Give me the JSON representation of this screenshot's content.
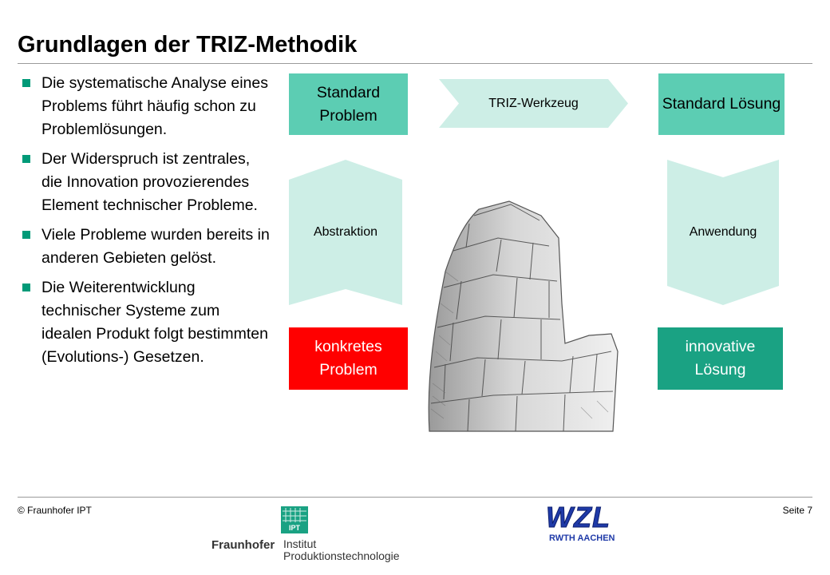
{
  "title": "Grundlagen der TRIZ-Methodik",
  "bullets": [
    "Die systematische Analyse eines Problems führt häufig schon zu Problemlösungen.",
    "Der Widerspruch ist zentrales, die Innovation provozierendes Element technischer Probleme.",
    "Viele Probleme wurden bereits in anderen Gebieten gelöst.",
    "Die Weiterentwicklung technischer Systeme zum idealen Produkt folgt bestimmten (Evolutions-) Gesetzen."
  ],
  "diagram": {
    "standard_problem": "Standard Problem",
    "triz_tool": "TRIZ-Werkzeug",
    "standard_solution": "Standard Lösung",
    "abstraction": "Abstraktion",
    "application": "Anwendung",
    "concrete_problem": "konkretes Problem",
    "innovative_solution": "innovative Lösung"
  },
  "footer": {
    "copyright": "© Fraunhofer IPT",
    "page": "Seite 7",
    "logo_ipt_text": "IPT",
    "logo_fraunhofer": "Fraunhofer",
    "logo_institute_line1": "Institut",
    "logo_institute_line2": "Produktionstechnologie",
    "logo_wzl": "WZL",
    "logo_rwth": "RWTH AACHEN"
  },
  "colors": {
    "accent": "#009a78",
    "teal_box": "#5ccdb3",
    "light_teal": "#cdeee6",
    "red": "#ff0000",
    "dark_teal": "#1aa283",
    "logo_blue": "#1f3aa8"
  }
}
